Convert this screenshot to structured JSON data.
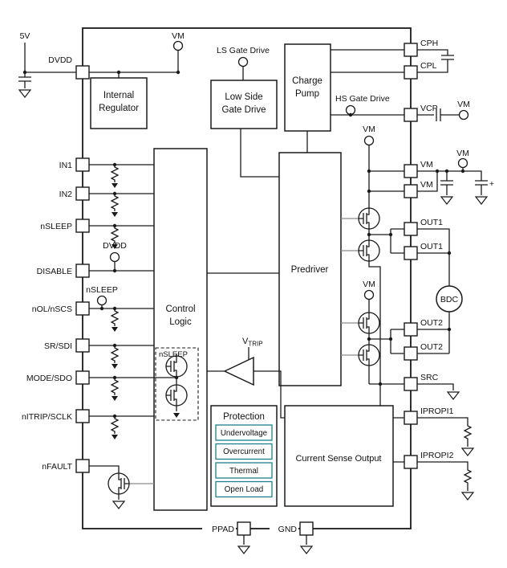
{
  "pins": {
    "left": [
      "DVDD",
      "IN1",
      "IN2",
      "nSLEEP",
      "DISABLE",
      "nOL/nSCS",
      "SR/SDI",
      "MODE/SDO",
      "nITRIP/SCLK",
      "nFAULT"
    ],
    "right": [
      "CPH",
      "CPL",
      "VCP",
      "VM",
      "VM",
      "OUT1",
      "OUT1",
      "OUT2",
      "OUT2",
      "SRC",
      "IPROPI1",
      "IPROPI2"
    ],
    "bottom": [
      "PPAD",
      "GND"
    ]
  },
  "blocks": {
    "internal_regulator": [
      "Internal",
      "Regulator"
    ],
    "low_side_gate_drive": [
      "Low Side",
      "Gate Drive"
    ],
    "charge_pump": [
      "Charge",
      "Pump"
    ],
    "control_logic": [
      "Control",
      "Logic"
    ],
    "predriver": "Predriver",
    "protection": {
      "title": "Protection",
      "items": [
        "Undervoltage",
        "Overcurrent",
        "Thermal",
        "Open Load"
      ]
    },
    "current_sense_output": "Current Sense Output"
  },
  "labels": {
    "supply_5v": "5V",
    "vm": "VM",
    "ls_gate_drive": "LS Gate Drive",
    "hs_gate_drive": "HS Gate Drive",
    "dvdd_rail": "DVDD",
    "nsleep_rail": "nSLEEP",
    "nsleep_switch_box": "nSLEEP",
    "vtrip_base": "V",
    "vtrip_sub": "TRIP",
    "motor": "BDC",
    "plus": "+"
  },
  "colors": {
    "wire": "#1a1a1a",
    "gate_wire": "#8c8c8c",
    "protection_accent": "#1d7f8c",
    "background": "#ffffff"
  }
}
